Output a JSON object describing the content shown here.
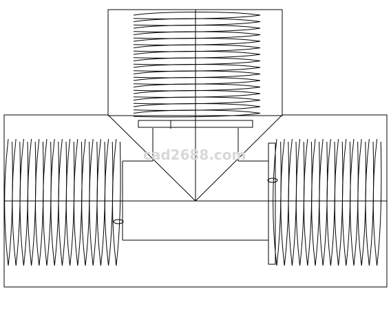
{
  "drawing": {
    "title": "",
    "watermark": "cad2688.com",
    "colors": {
      "line": "#000000",
      "background": "#ffffff",
      "watermark": "#d8d8d8"
    },
    "parts": [
      "tee-body",
      "top-threaded-port",
      "left-threaded-port",
      "right-threaded-port",
      "center-bore"
    ]
  }
}
